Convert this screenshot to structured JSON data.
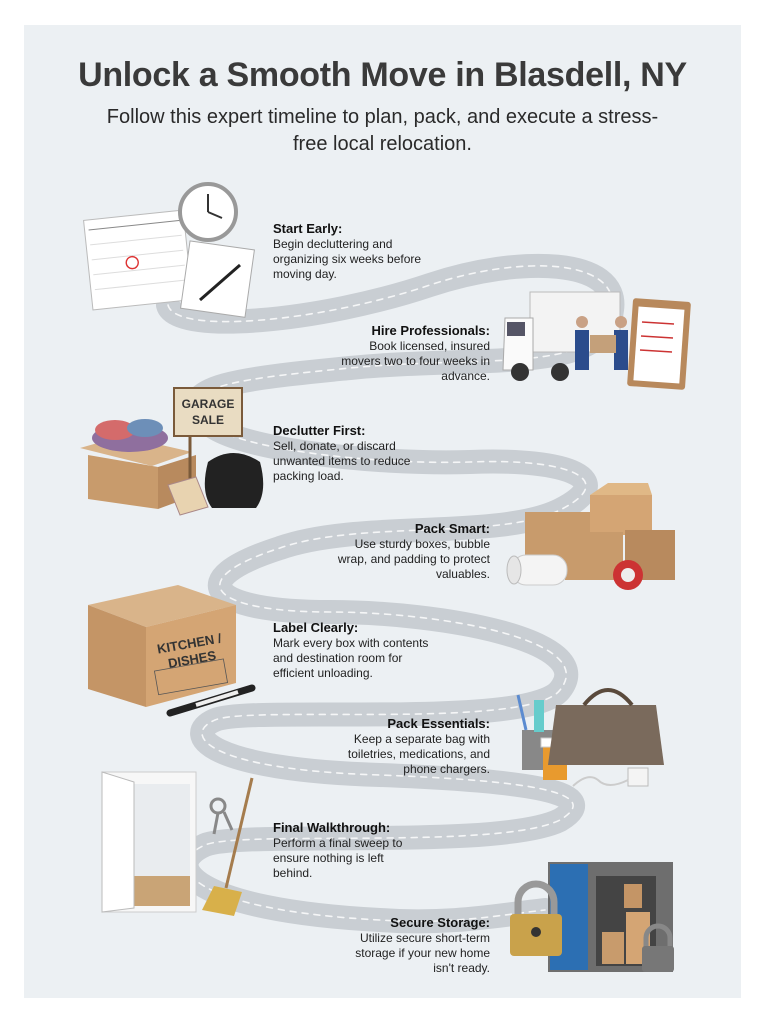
{
  "title": "Unlock a Smooth Move in Blasdell, NY",
  "subtitle": "Follow this expert timeline to plan, pack, and execute a stress-free local relocation.",
  "steps": [
    {
      "heading": "Start Early:",
      "body": "Begin decluttering and organizing six weeks before moving day."
    },
    {
      "heading": "Hire Professionals:",
      "body": "Book licensed, insured movers two to four weeks in advance."
    },
    {
      "heading": "Declutter First:",
      "body": "Sell, donate, or discard unwanted items to reduce packing load."
    },
    {
      "heading": "Pack Smart:",
      "body": "Use sturdy boxes, bubble wrap, and padding to protect valuables."
    },
    {
      "heading": "Label Clearly:",
      "body": "Mark every box with contents and destination room for efficient unloading."
    },
    {
      "heading": "Pack Essentials:",
      "body": "Keep a separate bag with toiletries, medications, and phone chargers."
    },
    {
      "heading": "Final Walkthrough:",
      "body": "Perform a final sweep to ensure nothing is left behind."
    },
    {
      "heading": "Secure Storage:",
      "body": "Utilize secure short-term storage if your new home isn't ready."
    }
  ],
  "illustrations": {
    "garage_sign": "GARAGE SALE",
    "box_label": "KITCHEN / DISHES"
  },
  "icons": [
    "calendar-icon",
    "clock-icon",
    "notepad-icon",
    "moving-truck-icon",
    "movers-icon",
    "clipboard-icon",
    "clothes-box-icon",
    "garage-sale-sign-icon",
    "trash-bag-icon",
    "price-tag-icon",
    "cardboard-boxes-icon",
    "bubble-wrap-icon",
    "tape-dispenser-icon",
    "kitchen-box-icon",
    "marker-icon",
    "toiletries-icon",
    "medicine-bottle-icon",
    "duffel-bag-icon",
    "charger-icon",
    "open-door-icon",
    "keys-icon",
    "broom-icon",
    "padlock-icon",
    "storage-unit-icon"
  ],
  "colors": {
    "background": "#ecf0f3",
    "road": "#c9ced3",
    "title": "#3a3a3a"
  }
}
